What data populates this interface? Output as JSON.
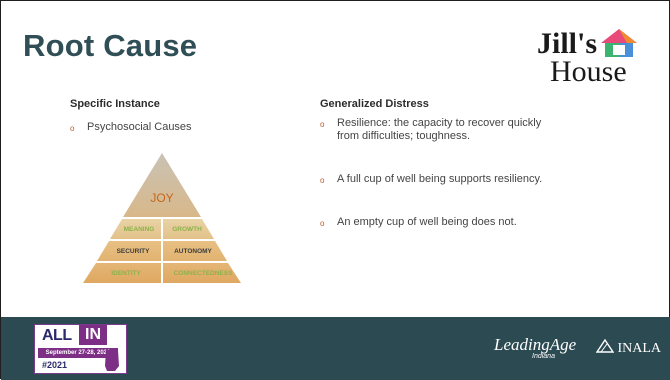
{
  "slide": {
    "title": "Root Cause"
  },
  "logo": {
    "line1": "Jill's",
    "line2": "House"
  },
  "left": {
    "heading": "Specific Instance",
    "bullets": [
      "Psychosocial Causes"
    ]
  },
  "right": {
    "heading": "Generalized Distress",
    "bullets": [
      "Resilience: the capacity to recover quickly from difficulties; toughness.",
      "A full cup of well being supports resiliency.",
      "An empty cup of well being does not."
    ]
  },
  "pyramid": {
    "top": "JOY",
    "row2": [
      "MEANING",
      "GROWTH"
    ],
    "row3": [
      "SECURITY",
      "AUTONOMY"
    ],
    "row4": [
      "IDENTITY",
      "CONNECTEDNESS"
    ]
  },
  "footer": {
    "allin_all": "ALL",
    "allin_in": "IN",
    "allin_dates": "September 27-28, 2021",
    "allin_year": "#2021",
    "leading": "LeadingAge",
    "leading_sub": "Indiana",
    "inala": "INALA"
  },
  "colors": {
    "title": "#2f4e55",
    "footer": "#2c4a52",
    "bullet_mark": "#c25a2d"
  }
}
